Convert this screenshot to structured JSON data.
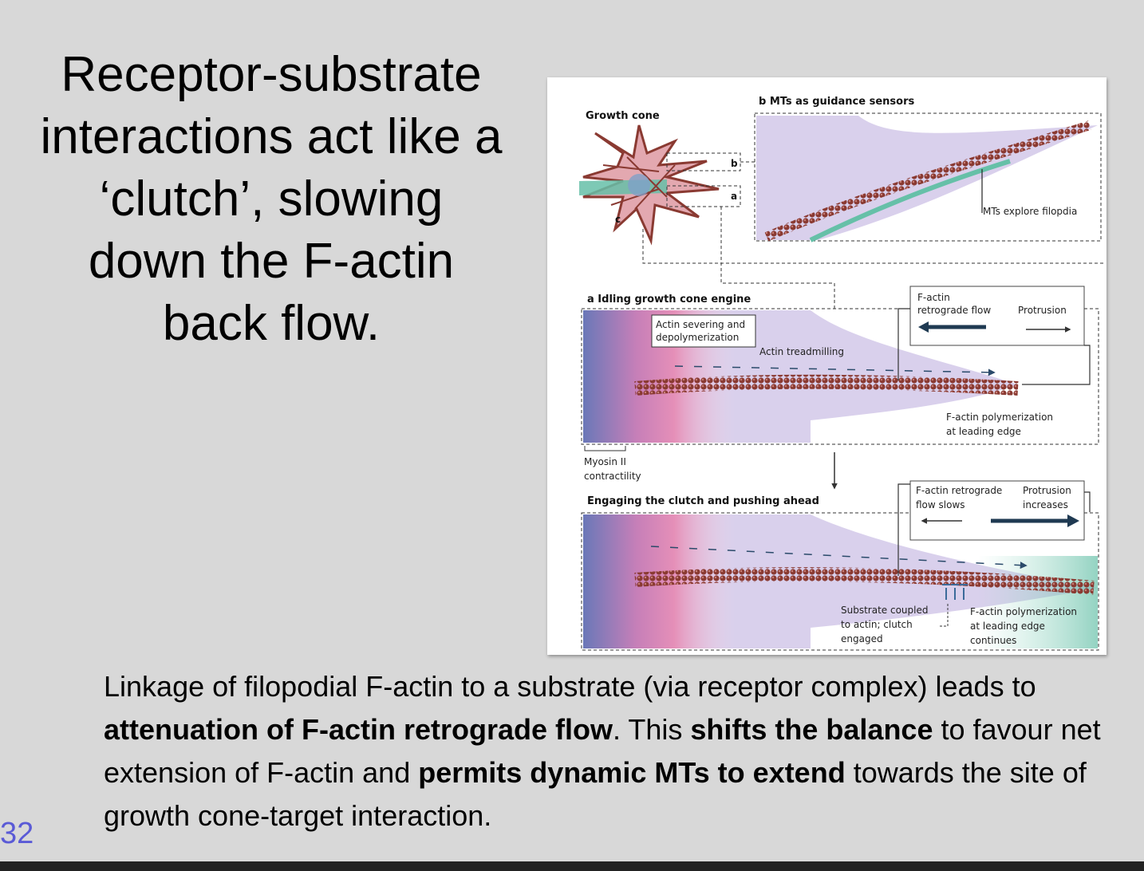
{
  "slide": {
    "title_lines": [
      "Receptor-substrate",
      "interactions act like a",
      "‘clutch’, slowing",
      "down the F-actin",
      "back flow."
    ],
    "caption": {
      "p1": "Linkage of filopodial F-actin to a substrate (via receptor complex) leads to ",
      "b1": "attenuation of F-actin retrograde flow",
      "p2": ". This ",
      "b2": "shifts the balance",
      "p3": " to favour net extension of F-actin and ",
      "b3": "permits dynamic MTs to extend",
      "p4": " towards the site of growth cone-target interaction."
    },
    "page_number": "32"
  },
  "figure": {
    "growth_cone_label": "Growth cone",
    "box_b_letter": "b",
    "box_a_letter": "a",
    "box_c_letter": "c",
    "panel_b_title": "b  MTs as guidance sensors",
    "mts_explore": "MTs explore filopdia",
    "panel_a_title": "a  Idling growth cone engine",
    "severing_line1": "Actin severing and",
    "severing_line2": "depolymerization",
    "treadmilling": "Actin treadmilling",
    "retro_line1": "F-actin",
    "retro_line2": "retrograde flow",
    "protrusion": "Protrusion",
    "poly_line1": "F-actin polymerization",
    "poly_line2": "at leading edge",
    "myosin_line1": "Myosin II",
    "myosin_line2": "contractility",
    "engaging_title": "Engaging the clutch and pushing ahead",
    "slows_line1": "F-actin retrograde",
    "slows_line2": "flow slows",
    "increases_line1": "Protrusion",
    "increases_line2": "increases",
    "substrate_line1": "Substrate coupled",
    "substrate_line2": "to actin; clutch",
    "substrate_line3": "engaged",
    "continues_line1": "F-actin polymerization",
    "continues_line2": "at leading edge",
    "continues_line3": "continues"
  },
  "colors": {
    "background": "#d8d8d8",
    "actin": "#8a3a32",
    "filopod_fill": "#d9d0ec",
    "pink_zone": "#e58fb8",
    "blue_zone": "#6a78b8",
    "mt_green": "#66c0a8",
    "page_number": "#5a5ad6"
  }
}
